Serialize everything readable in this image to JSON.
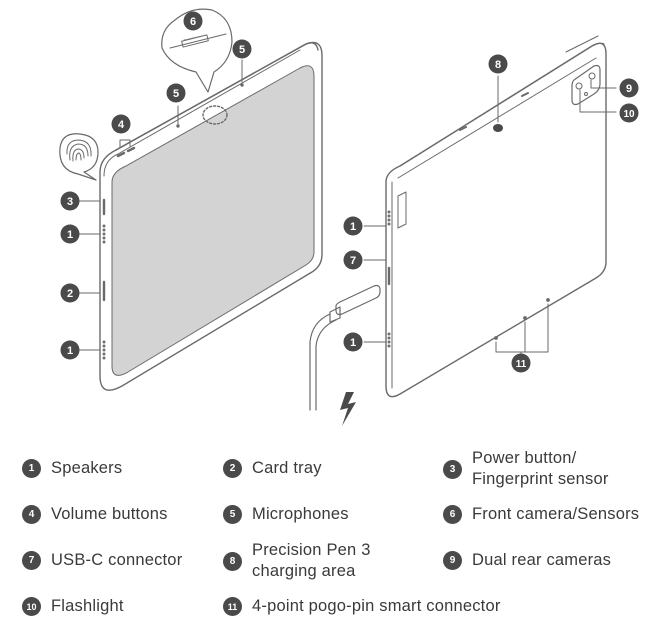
{
  "callouts": {
    "c1a": "1",
    "c1b": "1",
    "c2": "2",
    "c3": "3",
    "c4": "4",
    "c5a": "5",
    "c5b": "5",
    "c6": "6",
    "c1c": "1",
    "c1d": "1",
    "c7": "7",
    "c8": "8",
    "c9": "9",
    "c10": "10",
    "c11": "11"
  },
  "legend": [
    {
      "num": "1",
      "label": "Speakers"
    },
    {
      "num": "2",
      "label": "Card tray"
    },
    {
      "num": "3",
      "label": "Power button/\nFingerprint sensor"
    },
    {
      "num": "4",
      "label": "Volume buttons"
    },
    {
      "num": "5",
      "label": "Microphones"
    },
    {
      "num": "6",
      "label": "Front camera/Sensors"
    },
    {
      "num": "7",
      "label": "USB-C connector"
    },
    {
      "num": "8",
      "label": "Precision Pen 3\ncharging area"
    },
    {
      "num": "9",
      "label": "Dual rear cameras"
    },
    {
      "num": "10",
      "label": "Flashlight"
    },
    {
      "num": "11",
      "label": "4-point pogo-pin smart connector"
    }
  ],
  "colors": {
    "line": "#6a6a6a",
    "screen": "#d3d3d3",
    "badge": "#4a4a4a"
  },
  "icons": [
    "fingerprint-icon",
    "lightning-icon"
  ]
}
